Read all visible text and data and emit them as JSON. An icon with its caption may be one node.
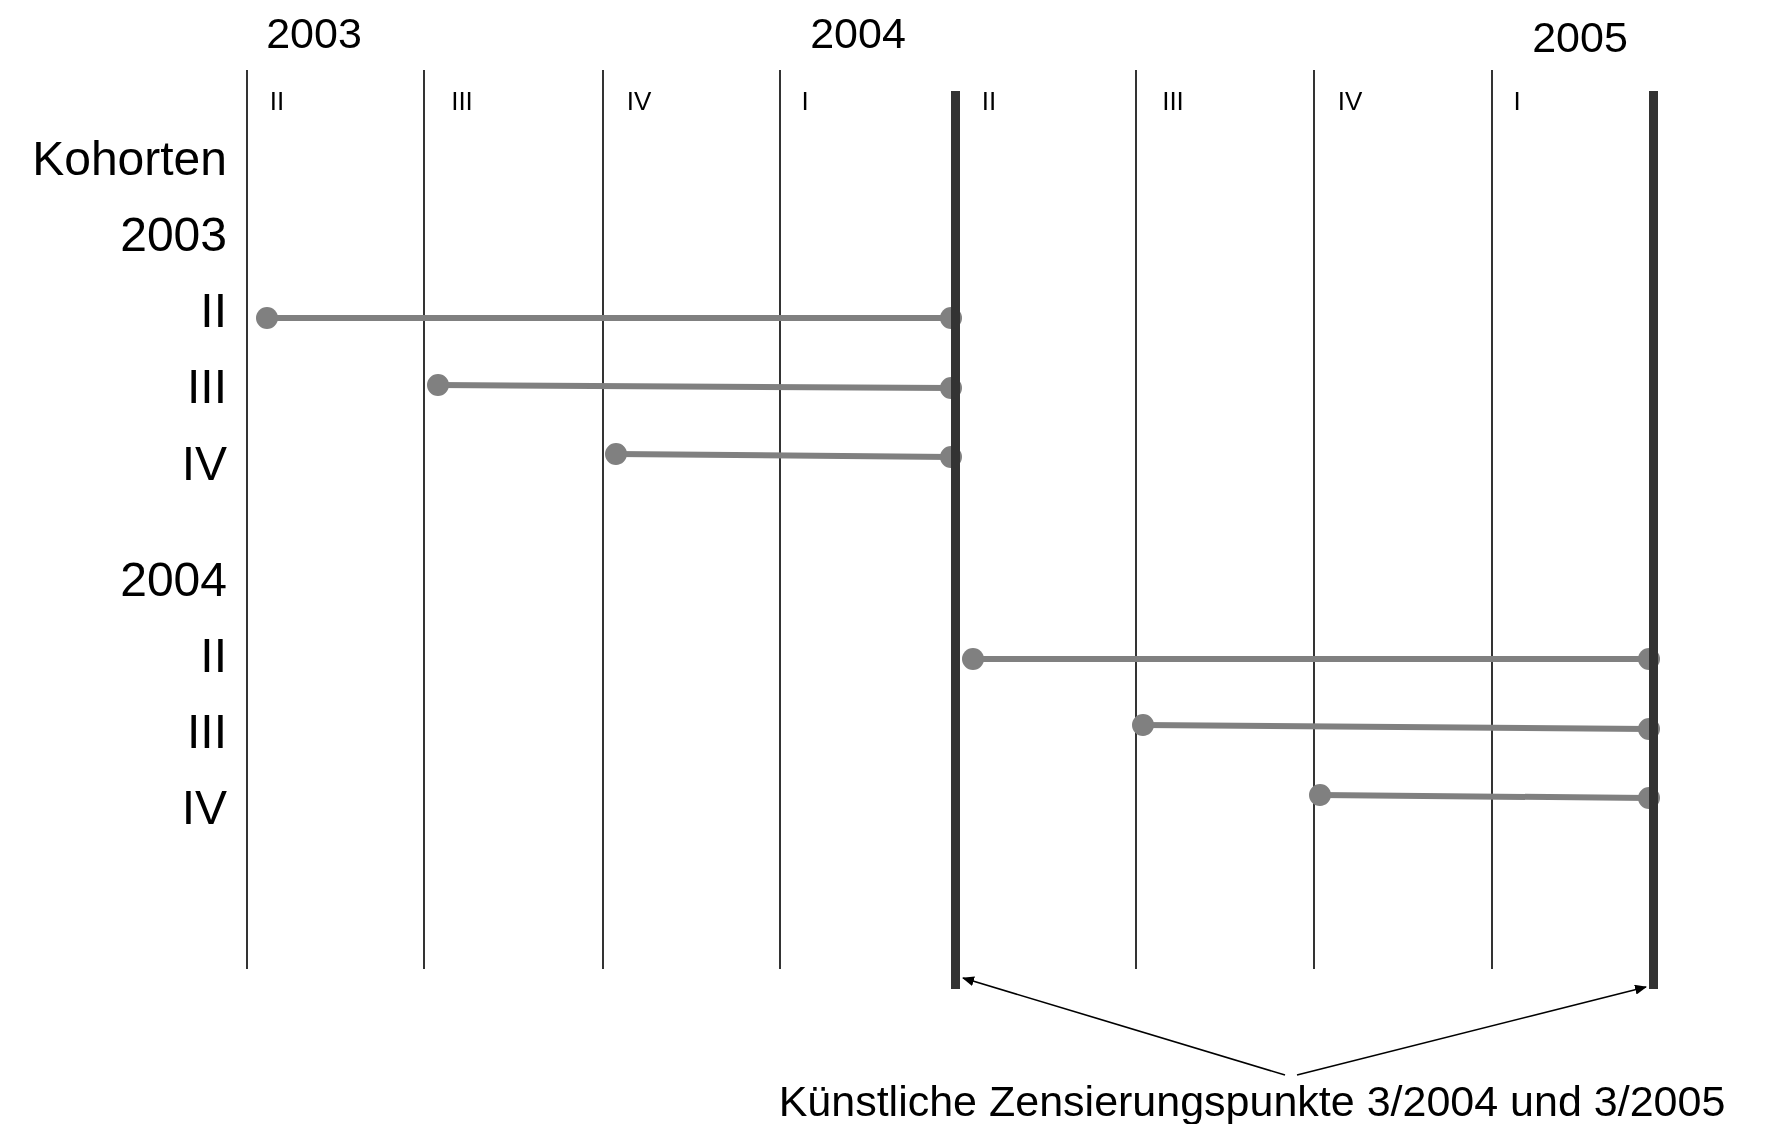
{
  "diagram": {
    "nodes": [
      {
        "text": [
          "Künstliche Zensierungspunkte 3/2004 und 3/2005"
        ]
      },
      {
        "text": [],
        "shape": "bar"
      },
      {
        "text": [],
        "shape": "bar"
      }
    ],
    "edges": [
      {
        "from": 0,
        "to": 1,
        "arrow": "to",
        "color": "#000000"
      },
      {
        "from": 0,
        "to": 2,
        "arrow": "to",
        "color": "#000000"
      },
      {
        "from": null,
        "to": 1,
        "arrow": "other"
      },
      {
        "from": null,
        "to": 1,
        "arrow": "other"
      },
      {
        "from": null,
        "to": 1,
        "arrow": "other"
      },
      {
        "from": 1,
        "to": 2,
        "arrow": "other"
      },
      {
        "from": null,
        "to": 2,
        "arrow": "other"
      },
      {
        "from": null,
        "to": 2,
        "arrow": "other"
      }
    ],
    "labels": [
      "2003",
      "2004",
      "2005",
      "II",
      "III",
      "IV",
      "I",
      "II",
      "III",
      "IV",
      "I",
      "Kohorten",
      "2003",
      "II",
      "III",
      "IV",
      "2004",
      "II",
      "III",
      "IV"
    ]
  }
}
